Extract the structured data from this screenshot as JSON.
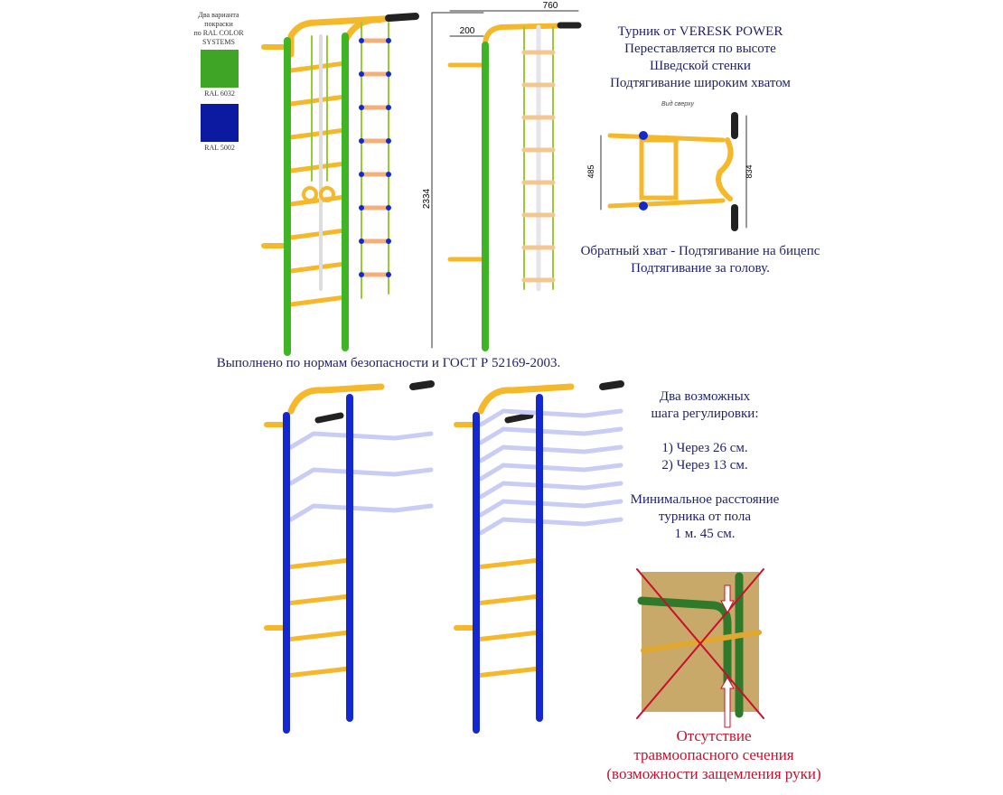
{
  "palette": {
    "heading_lines": [
      "Два варианта",
      "покраски",
      "по RAL COLOR",
      "SYSTEMS"
    ],
    "swatches": [
      {
        "label": "RAL 6032",
        "color": "#3fa526"
      },
      {
        "label": "RAL 5002",
        "color": "#0b1aa0"
      }
    ]
  },
  "dimensions": {
    "width_total": "760",
    "offset": "200",
    "height": "2334",
    "top_view_inner": "485",
    "top_view_outer": "834",
    "top_view_caption": "Вид сверху"
  },
  "pullup_info": {
    "lines": [
      "Турник от VERESK POWER",
      "Переставляется по высоте",
      "Шведской стенки",
      "Подтягивание широким хватом"
    ]
  },
  "grip_info": {
    "lines": [
      "Обратный хват - Подтягивание на бицепс",
      "Подтягивание за голову."
    ]
  },
  "standard_note": "Выполнено по нормам безопасности и ГОСТ Р 52169-2003.",
  "adjustment_info": {
    "lines": [
      "Два возможных",
      "шага  регулировки:"
    ],
    "steps": [
      "1) Через 26 см.",
      "2) Через 13 см."
    ],
    "min_lines": [
      "Минимальное расстояние",
      "турника от пола",
      "1 м. 45 см."
    ]
  },
  "safety_note": {
    "lines": [
      "Отсутствие",
      "травмоопасного сечения",
      "(возможности защемления руки)"
    ]
  },
  "colors": {
    "text": "#1f1f6b",
    "green": "#3fb526",
    "blue": "#1428d0",
    "orange": "#f5b82a",
    "red": "#c8102e",
    "lavender": "#c9cdf5"
  }
}
